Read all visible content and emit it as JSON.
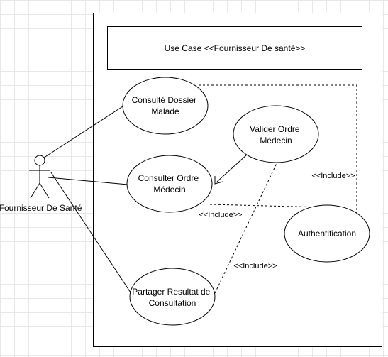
{
  "system": {
    "title": "Use Case <<Fournisseur De santé>>"
  },
  "actor": {
    "name": "Fournisseur De Santé"
  },
  "use_cases": {
    "consulter_dossier": {
      "line1": "Consulté Dossier",
      "line2": "Malade"
    },
    "valider_ordre": {
      "line1": "Valider Ordre",
      "line2": "Médecin"
    },
    "consulter_ordre": {
      "line1": "Consulter Ordre",
      "line2": "Médecin"
    },
    "authentification": {
      "line1": "Authentification"
    },
    "partager_resultat": {
      "line1": "Partager Resultat de",
      "line2": "Consultation"
    }
  },
  "relations": {
    "include_dossier_auth": "<<Include>>",
    "include_ordre_auth": "<<Include>>",
    "include_partager_valider": "<<Include>>"
  }
}
